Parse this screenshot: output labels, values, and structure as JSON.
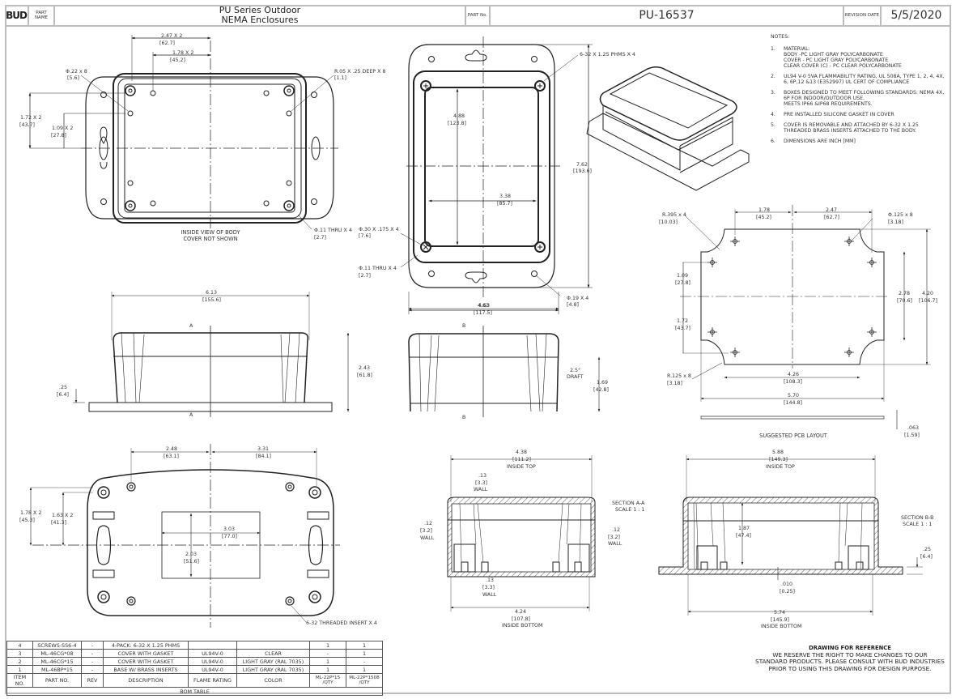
{
  "title_block": {
    "logo": "BUD",
    "part_name_label": "PART NAME",
    "part_name_line1": "PU Series Outdoor",
    "part_name_line2": "NEMA Enclosures",
    "part_no_label": "PART No.",
    "part_no": "PU-16537",
    "revision_date_label": "REVISION DATE",
    "revision_date": "5/5/2020"
  },
  "notes": {
    "heading": "NOTES:",
    "items": [
      {
        "num": "1.",
        "text": "MATERIAL:\n      BODY -PC LIGHT GRAY POLYCARBONATE\n      COVER - PC LIGHT GRAY POLYCARBONATE\n      CLEAR COVER (C) - PC CLEAR POLYCARBONATE"
      },
      {
        "num": "2.",
        "text": "UL94 V-0 5VA FLAMMABILITY RATING, UL 508A, TYPE 1, 2, 4, 4X, 6, 6P,12 &13 (E352997) UL CERT OF COMPLIANCE"
      },
      {
        "num": "3.",
        "text": "BOXES DESIGNED TO MEET FOLLOWING STANDARDS: NEMA 4X, 6P FOR INDOOR/OUTDOOR USE.\nMEETS IP66 &IP68 REQUIREMENTS."
      },
      {
        "num": "4.",
        "text": "PRE INSTALLED SILICONE GASKET IN COVER"
      },
      {
        "num": "5.",
        "text": "COVER IS REMOVABLE AND ATTACHED BY 6-32 X 1.25 THREADED BRASS INSERTS ATTACHED TO THE BODY."
      },
      {
        "num": "6.",
        "text": "DIMENSIONS ARE INCH [MM]"
      }
    ]
  },
  "views": {
    "inside_view": {
      "caption_line1": "INSIDE VIEW OF BODY",
      "caption_line2": "COVER NOT SHOWN",
      "dims": {
        "d247": "2.47  X 2",
        "d247mm": "[62.7]",
        "d178": "1.78  X 2",
        "d178mm": "[45.2]",
        "d022": "Φ.22 x 8",
        "d022mm": "[5.6]",
        "r005": "R.05 X .25 DEEP X 8",
        "r005mm": "[1.1]",
        "d172": "1.72  X 2",
        "d172mm": "[43.7]",
        "d109": "1.09  X 2",
        "d109mm": "[27.8]",
        "d011": "Φ.11 THRU X 4",
        "d011mm": "[2.7]"
      }
    },
    "top_view": {
      "dims": {
        "screw": "6-32 X 1.25 PHMS X 4",
        "d488": "4.88",
        "d488mm": "[123.8]",
        "d338": "3.38",
        "d338mm": "[85.7]",
        "d762": "7.62",
        "d762mm": "[193.6]",
        "d030": "Φ.30 X .175 X 4",
        "d030mm": "[7.6]",
        "d011": "Φ.11 THRU X 4",
        "d011mm": "[2.7]",
        "d019": "Φ.19 X 4",
        "d019mm": "[4.8]",
        "d463": "4.63",
        "d463mm": "[117.5]"
      }
    },
    "side_view": {
      "dims": {
        "d613": "6.13",
        "d613mm": "[155.6]",
        "d243": "2.43",
        "d243mm": "[61.8]",
        "d025": ".25",
        "d025mm": "[6.4]",
        "section": "A"
      }
    },
    "end_view": {
      "dims": {
        "d463": "4.63",
        "d463mm": "[117.5]",
        "draft": "2.5°",
        "draft_label": "DRAFT",
        "d169": "1.69",
        "d169mm": "[42.8]",
        "section": "B"
      }
    },
    "pcb_layout": {
      "caption": "SUGGESTED PCB LAYOUT",
      "dims": {
        "r395": "R.395  x 4",
        "r395mm": "[10.03]",
        "d178": "1.78",
        "d178mm": "[45.2]",
        "d247": "2.47",
        "d247mm": "[62.7]",
        "d125": "Φ.125 x 8",
        "d125mm": "[3.18]",
        "d109": "1.09",
        "d109mm": "[27.8]",
        "d172": "1.72",
        "d172mm": "[43.7]",
        "d278": "2.78",
        "d278mm": "[70.6]",
        "d420": "4.20",
        "d420mm": "[106.7]",
        "r125": "R.125  x 8",
        "r125mm": "[3.18]",
        "d426": "4.26",
        "d426mm": "[108.3]",
        "d570": "5.70",
        "d570mm": "[144.8]",
        "d063": ".063",
        "d063mm": "[1.59]"
      }
    },
    "bottom_view": {
      "dims": {
        "d248": "2.48",
        "d248mm": "[63.1]",
        "d331": "3.31",
        "d331mm": "[84.1]",
        "d178": "1.78  X 2",
        "d178mm": "[45.3]",
        "d163": "1.63  X 2",
        "d163mm": "[41.3]",
        "d303": "3.03",
        "d303mm": "[77.0]",
        "d203": "2.03",
        "d203mm": "[51.6]",
        "insert": "6-32 THREADED INSERT X 4"
      }
    },
    "section_a": {
      "title": "SECTION A-A",
      "scale": "SCALE 1 : 1",
      "dims": {
        "d438": "4.38",
        "d438mm": "[111.2]",
        "inside_top": "INSIDE TOP",
        "d013t": ".13",
        "d013tmm": "[3.3]",
        "wall": "WALL",
        "d012": ".12",
        "d012mm": "[3.2]",
        "d013b": ".13",
        "d013bmm": "[3.3]",
        "d424": "4.24",
        "d424mm": "[107.8]",
        "inside_bottom": "INSIDE BOTTOM"
      }
    },
    "section_b": {
      "title": "SECTION B-B",
      "scale": "SCALE 1 : 1",
      "dims": {
        "d588": "5.88",
        "d588mm": "[149.3]",
        "inside_top": "INSIDE TOP",
        "d187": "1.87",
        "d187mm": "[47.4]",
        "d025": ".25",
        "d025mm": "[6.4]",
        "d010": ".010",
        "d010mm": "[0.25]",
        "d574": "5.74",
        "d574mm": "[145.9]",
        "inside_bottom": "INSIDE BOTTOM"
      }
    }
  },
  "bom": {
    "title": "BOM TABLE",
    "headers": [
      "ITEM NO.",
      "PART NO.",
      "REV",
      "DESCRIPTION",
      "FLAME RATING",
      "COLOR",
      "ML-22P*15 /QTY",
      "ML-22P*1508 /QTY"
    ],
    "rows": [
      [
        "4",
        "SCREWS-SS6-4",
        "-",
        "4-PACK: 6-32 X 1.25 PHMS",
        "",
        "",
        "1",
        "1"
      ],
      [
        "3",
        "ML-46CG*08",
        "-",
        "COVER WITH GASKET",
        "UL94V-0",
        "CLEAR",
        "-",
        "1"
      ],
      [
        "2",
        "ML-46CG*15",
        "-",
        "COVER WITH GASKET",
        "UL94V-0",
        "LIGHT GRAY (RAL 7035)",
        "1",
        "-"
      ],
      [
        "1",
        "ML-46BP*15",
        "-",
        "BASE W/ BRASS INSERTS",
        "UL94V-0",
        "LIGHT GRAY (RAL 7035)",
        "1",
        "1"
      ]
    ]
  },
  "reference": {
    "heading": "DRAWING FOR REFERENCE",
    "line1": "WE RESERVE THE RIGHT TO MAKE CHANGES TO OUR",
    "line2": "STANDARD PRODUCTS. PLEASE CONSULT WITH BUD INDUSTRIES",
    "line3": "PRIOR TO USING THIS DRAWING FOR DESIGN PURPOSE."
  }
}
